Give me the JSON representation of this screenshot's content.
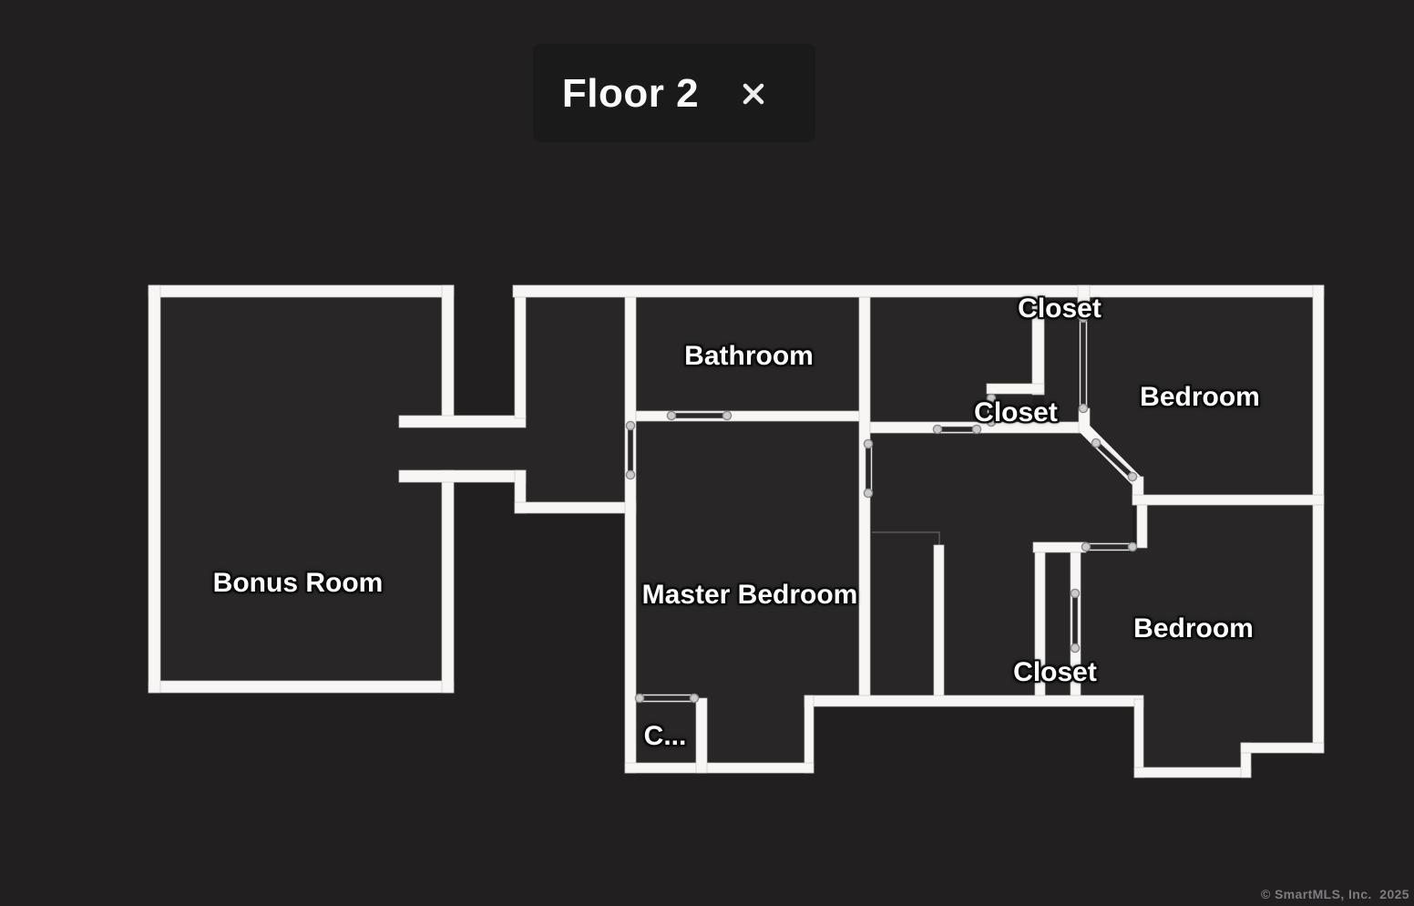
{
  "header": {
    "title": "Floor 2",
    "close_icon": "x-icon"
  },
  "rooms": [
    {
      "id": "bonus-room",
      "label": "Bonus Room"
    },
    {
      "id": "bathroom",
      "label": "Bathroom"
    },
    {
      "id": "master-bedroom",
      "label": "Master Bedroom"
    },
    {
      "id": "master-closet",
      "label": "C..."
    },
    {
      "id": "closet-top",
      "label": "Closet"
    },
    {
      "id": "closet-middle",
      "label": "Closet"
    },
    {
      "id": "closet-bottom",
      "label": "Closet"
    },
    {
      "id": "bedroom-upper",
      "label": "Bedroom"
    },
    {
      "id": "bedroom-lower",
      "label": "Bedroom"
    }
  ],
  "watermark": {
    "text": "© SmartMLS, Inc.  2025"
  },
  "colors": {
    "background": "#211f20",
    "room_fill": "#282627",
    "wall": "#f7f6f4",
    "label_text": "#ffffff",
    "watermark_text": "#7e7c80",
    "door_handle": "#cbcbcb"
  }
}
